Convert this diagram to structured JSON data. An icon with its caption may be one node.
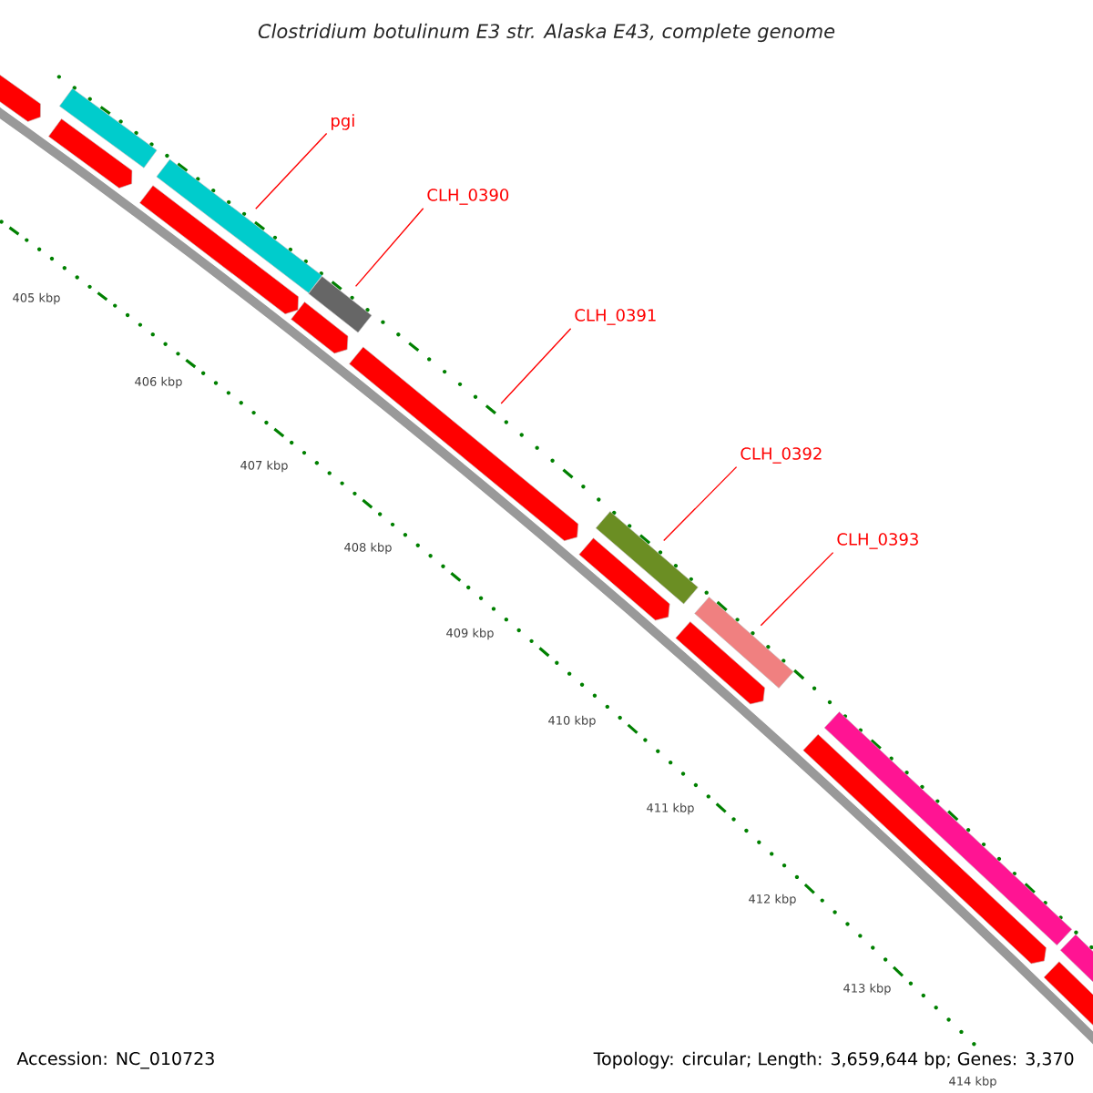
{
  "diagram": {
    "title": "Clostridium botulinum E3 str. Alaska E43, complete genome",
    "nodes": [
      {
        "text": [
          "pgi"
        ]
      },
      {
        "text": [
          "CLH_0390"
        ]
      },
      {
        "text": [
          "CLH_0391"
        ]
      },
      {
        "text": [
          "CLH_0392"
        ]
      },
      {
        "text": [
          "CLH_0393"
        ]
      },
      {
        "text": [],
        "shape": "arrow"
      },
      {
        "text": [],
        "shape": "arrow"
      },
      {
        "text": [],
        "shape": "bar"
      },
      {
        "text": [],
        "shape": "arrow"
      },
      {
        "text": [],
        "shape": "bar"
      },
      {
        "text": [],
        "shape": "arrow"
      },
      {
        "text": [],
        "shape": "bar"
      },
      {
        "text": [],
        "shape": "arrow"
      },
      {
        "text": [],
        "shape": "arrow"
      },
      {
        "text": [],
        "shape": "bar"
      },
      {
        "text": [],
        "shape": "arrow"
      },
      {
        "text": [],
        "shape": "bar"
      },
      {
        "text": [],
        "shape": "arrow"
      },
      {
        "text": [],
        "shape": "bar"
      },
      {
        "text": [],
        "shape": "arrow"
      },
      {
        "text": [],
        "shape": "bar"
      }
    ],
    "edges": [
      {
        "from": 0,
        "to": 9,
        "arrow": "none"
      },
      {
        "from": 1,
        "to": 11,
        "arrow": "none"
      },
      {
        "from": 2,
        "to": 12,
        "arrow": "none"
      },
      {
        "from": 3,
        "to": 14,
        "arrow": "none"
      },
      {
        "from": 4,
        "to": 16,
        "arrow": "none"
      }
    ],
    "labels": [
      "405 kbp",
      "406 kbp",
      "407 kbp",
      "408 kbp",
      "409 kbp",
      "410 kbp",
      "411 kbp",
      "412 kbp",
      "413 kbp",
      "414 kbp",
      "Accession: NC_010723",
      "Topology: circular; Length: 3,659,644 bp; Genes: 3,370"
    ]
  }
}
